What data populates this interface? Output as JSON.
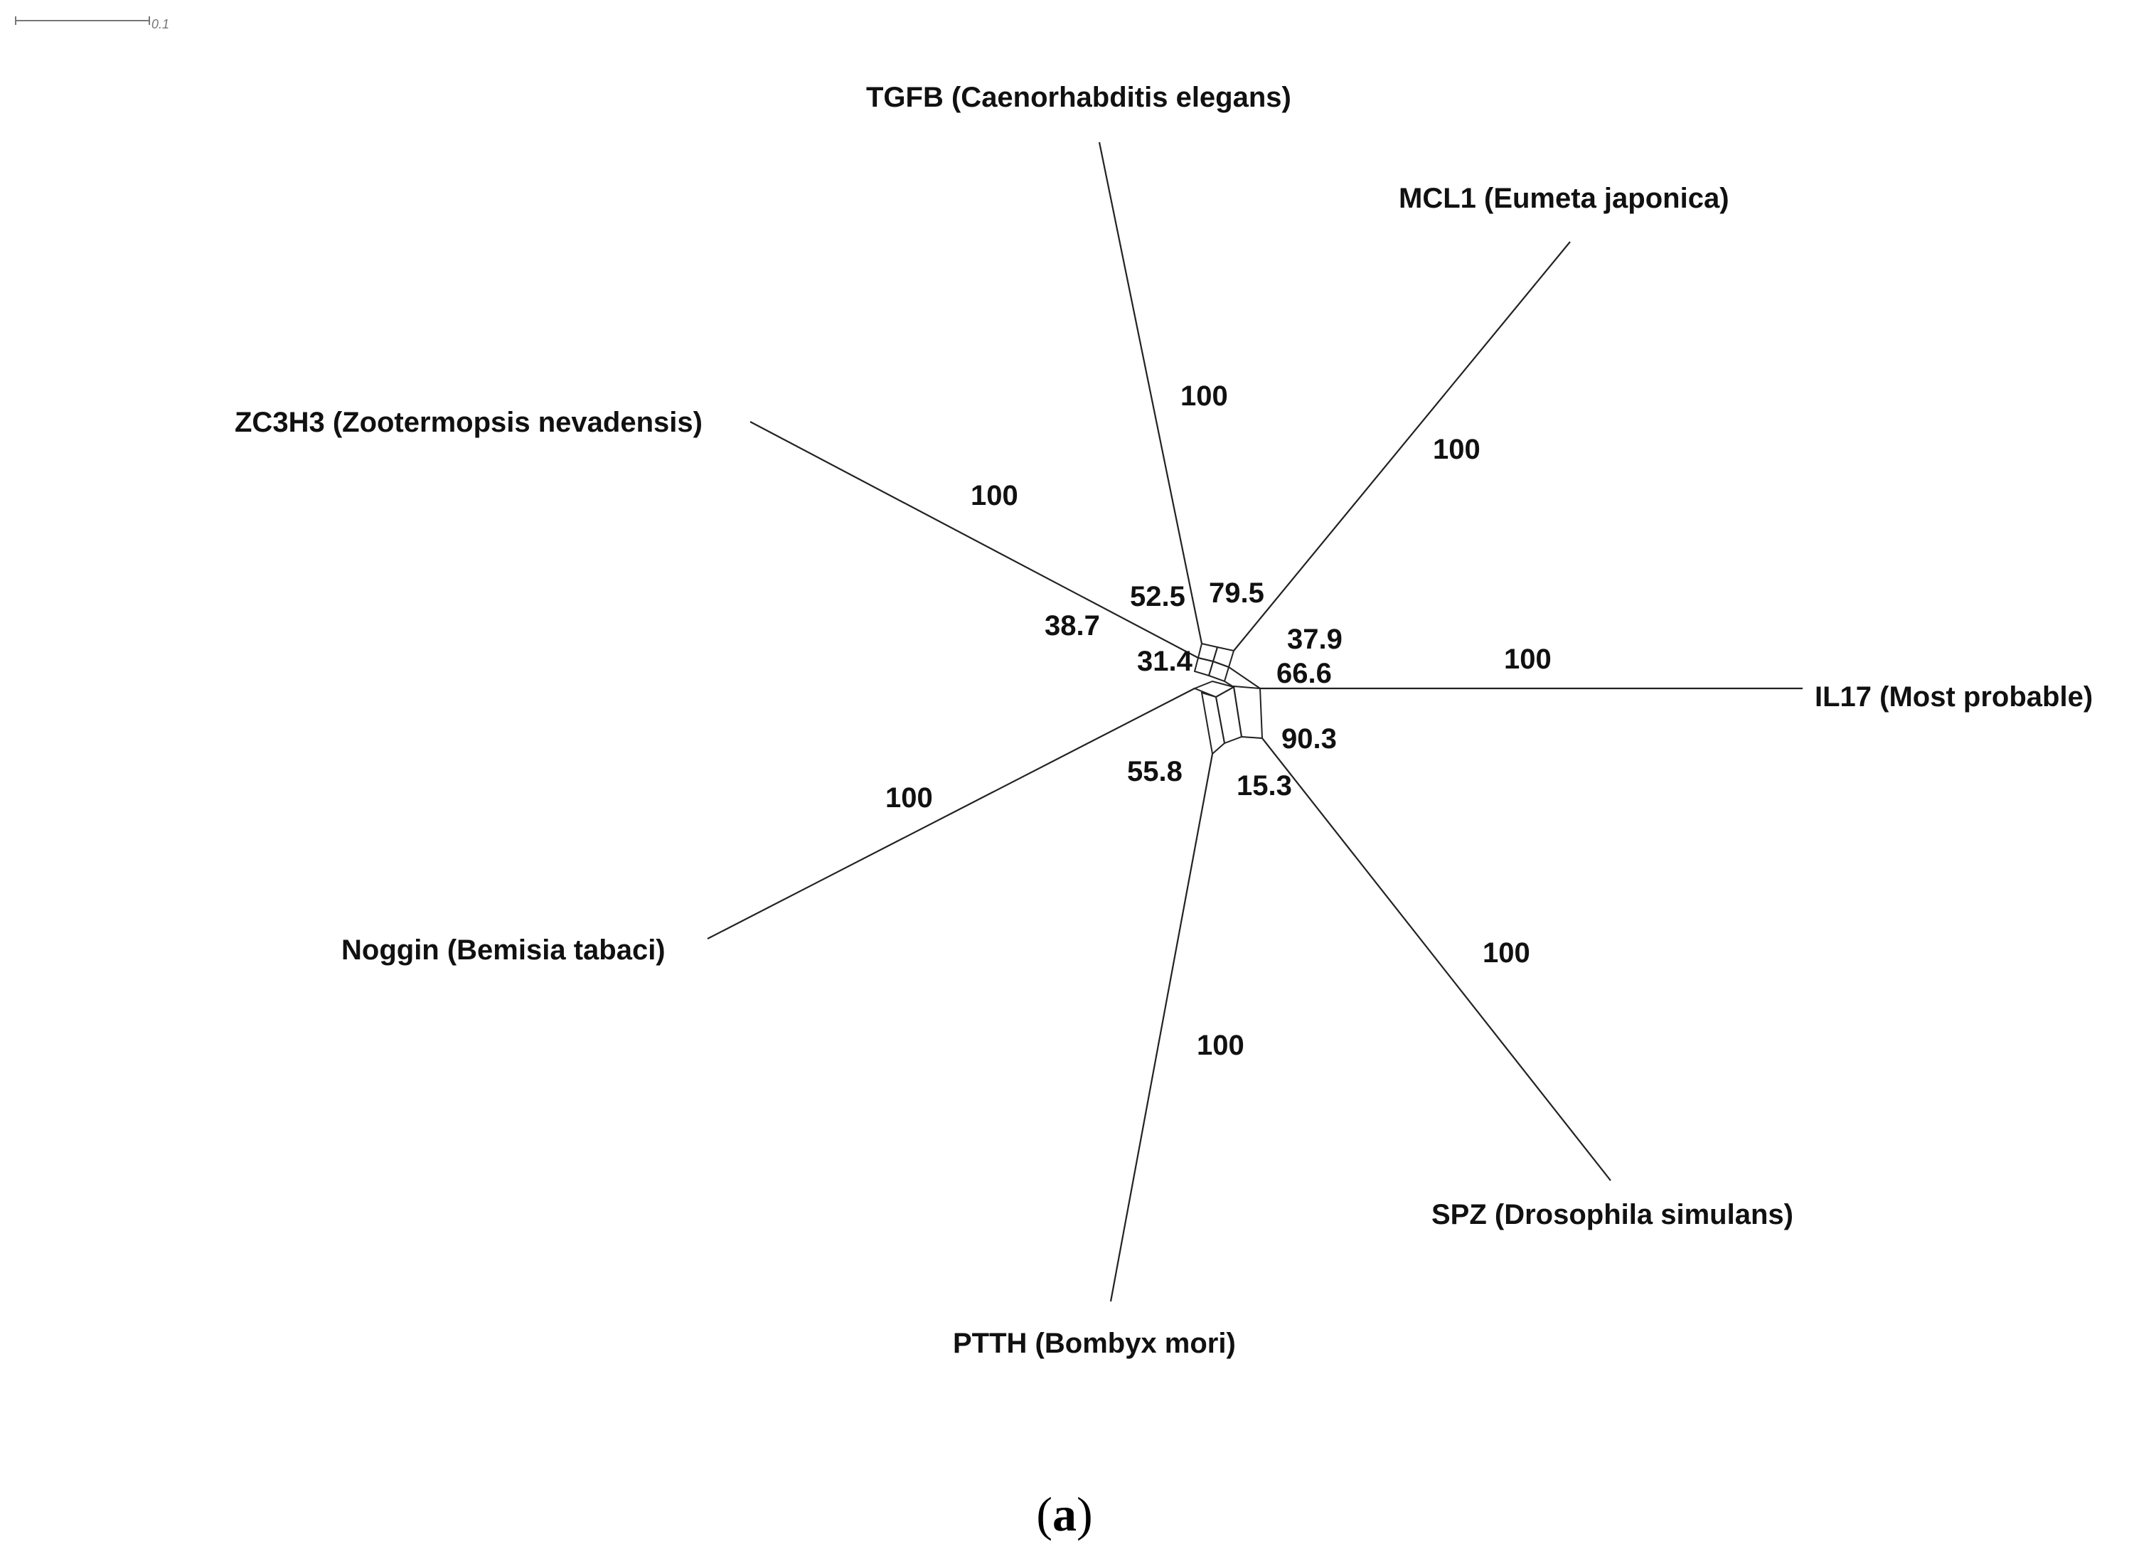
{
  "figure": {
    "scale_bar": {
      "label": "0.1"
    },
    "taxa": [
      {
        "id": "tgfb",
        "label": "TGFB (Caenorhabditis elegans)",
        "support": "100"
      },
      {
        "id": "mcl1",
        "label": "MCL1 (Eumeta japonica)",
        "support": "100"
      },
      {
        "id": "zc3h3",
        "label": "ZC3H3 (Zootermopsis nevadensis)",
        "support": "100"
      },
      {
        "id": "il17",
        "label": "IL17 (Most probable)",
        "support": "100"
      },
      {
        "id": "noggin",
        "label": "Noggin (Bemisia tabaci)",
        "support": "100"
      },
      {
        "id": "spz",
        "label": "SPZ (Drosophila simulans)",
        "support": "100"
      },
      {
        "id": "ptth",
        "label": "PTTH (Bombyx mori)",
        "support": "100"
      }
    ],
    "split_supports": [
      "52.5",
      "79.5",
      "38.7",
      "37.9",
      "31.4",
      "66.6",
      "90.3",
      "55.8",
      "15.3"
    ],
    "panel_label": {
      "open": "(",
      "letter": "a",
      "close": ")"
    }
  }
}
